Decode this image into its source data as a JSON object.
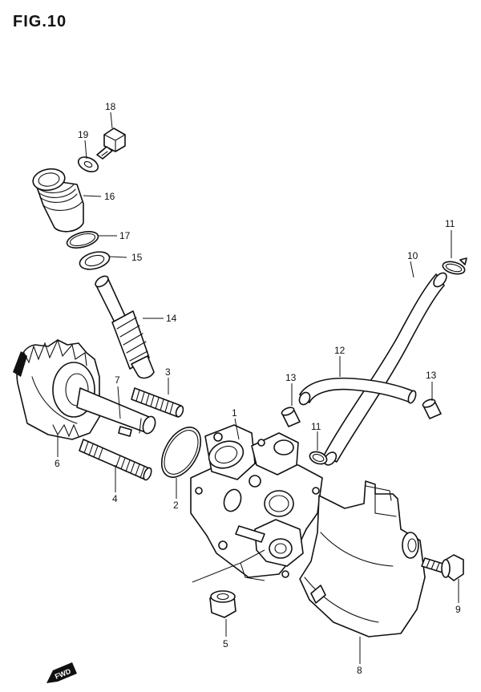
{
  "figure": {
    "title": "FIG.10"
  },
  "orientation": {
    "forward_label": "FWD"
  },
  "callouts": [
    {
      "id": "c1",
      "label": "1",
      "part": "oil-pump-body"
    },
    {
      "id": "c2",
      "label": "2",
      "part": "o-ring"
    },
    {
      "id": "c3",
      "label": "3",
      "part": "stud-bolt-upper"
    },
    {
      "id": "c4",
      "label": "4",
      "part": "stud-bolt-lower"
    },
    {
      "id": "c5",
      "label": "5",
      "part": "nut"
    },
    {
      "id": "c6",
      "label": "6",
      "part": "drive-gear"
    },
    {
      "id": "c7",
      "label": "7",
      "part": "pump-shaft"
    },
    {
      "id": "c8",
      "label": "8",
      "part": "pump-cover"
    },
    {
      "id": "c9",
      "label": "9",
      "part": "cover-bolt"
    },
    {
      "id": "c10",
      "label": "10",
      "part": "oil-hose-long"
    },
    {
      "id": "c11a",
      "label": "11",
      "part": "hose-clip-upper"
    },
    {
      "id": "c11b",
      "label": "11",
      "part": "hose-clip-lower"
    },
    {
      "id": "c12",
      "label": "12",
      "part": "oil-hose-short"
    },
    {
      "id": "c13a",
      "label": "13",
      "part": "hose-cap-left"
    },
    {
      "id": "c13b",
      "label": "13",
      "part": "hose-cap-right"
    },
    {
      "id": "c14",
      "label": "14",
      "part": "driven-gear-shaft"
    },
    {
      "id": "c15",
      "label": "15",
      "part": "washer"
    },
    {
      "id": "c16",
      "label": "16",
      "part": "bushing-housing"
    },
    {
      "id": "c17",
      "label": "17",
      "part": "o-ring-small"
    },
    {
      "id": "c18",
      "label": "18",
      "part": "bolt-top"
    },
    {
      "id": "c19",
      "label": "19",
      "part": "gasket-washer"
    }
  ]
}
